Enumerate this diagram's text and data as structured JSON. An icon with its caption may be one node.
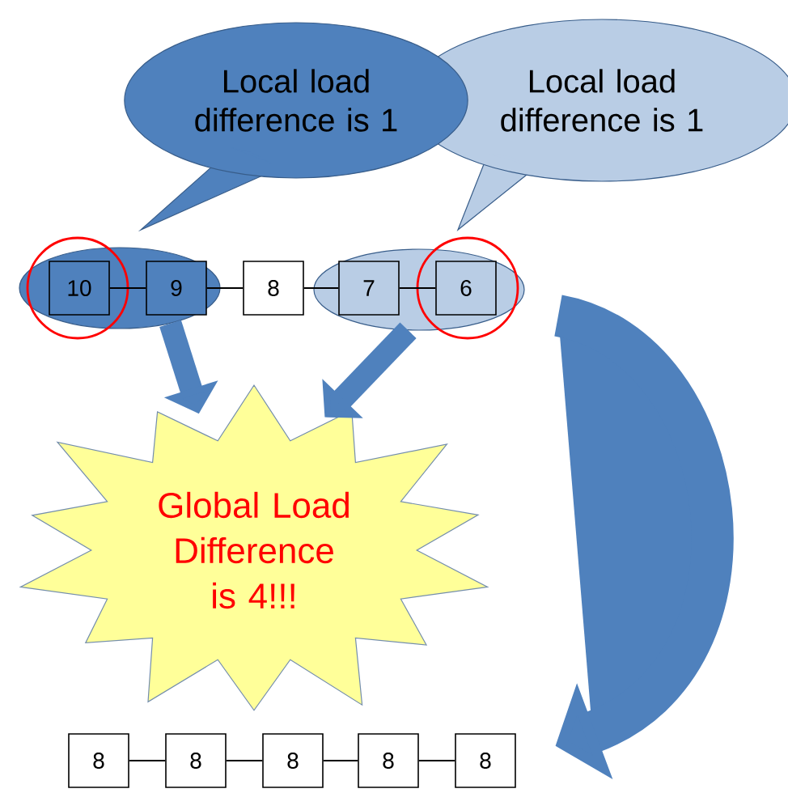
{
  "diagram": {
    "nodes": [
      {
        "text": [
          "Local load difference is 1"
        ]
      },
      {
        "text": [
          "Local load difference is 1"
        ]
      },
      {
        "text": [],
        "shape": "ellipse"
      },
      {
        "text": [],
        "shape": "ellipse"
      },
      {
        "text": [
          "10"
        ],
        "in": 2
      },
      {
        "text": [
          "9"
        ],
        "in": 2
      },
      {
        "text": [
          "8"
        ]
      },
      {
        "text": [
          "7"
        ],
        "in": 3
      },
      {
        "text": [
          "6"
        ],
        "in": 3
      },
      {
        "text": [
          "Global Load Difference is 4!!!"
        ]
      },
      {
        "text": [
          "8"
        ]
      },
      {
        "text": [
          "8"
        ]
      },
      {
        "text": [
          "8"
        ]
      },
      {
        "text": [
          "8"
        ]
      },
      {
        "text": [
          "8"
        ]
      }
    ],
    "edges": [
      {
        "from": 4,
        "to": 5,
        "arrow": "none"
      },
      {
        "from": 5,
        "to": 6,
        "arrow": "none"
      },
      {
        "from": 6,
        "to": 7,
        "arrow": "none"
      },
      {
        "from": 7,
        "to": 8,
        "arrow": "none"
      },
      {
        "from": 2,
        "to": 9,
        "arrow": "to",
        "style": "thick",
        "color": "#4f81bd"
      },
      {
        "from": 3,
        "to": 9,
        "arrow": "to",
        "style": "thick",
        "color": "#4f81bd"
      },
      {
        "from": null,
        "to": 14,
        "arrow": "to",
        "style": "thick",
        "color": "#4f81bd"
      },
      {
        "from": 10,
        "to": 11,
        "arrow": "none"
      },
      {
        "from": 11,
        "to": 12,
        "arrow": "none"
      },
      {
        "from": 12,
        "to": 13,
        "arrow": "none"
      },
      {
        "from": 13,
        "to": 14,
        "arrow": "none"
      }
    ]
  }
}
